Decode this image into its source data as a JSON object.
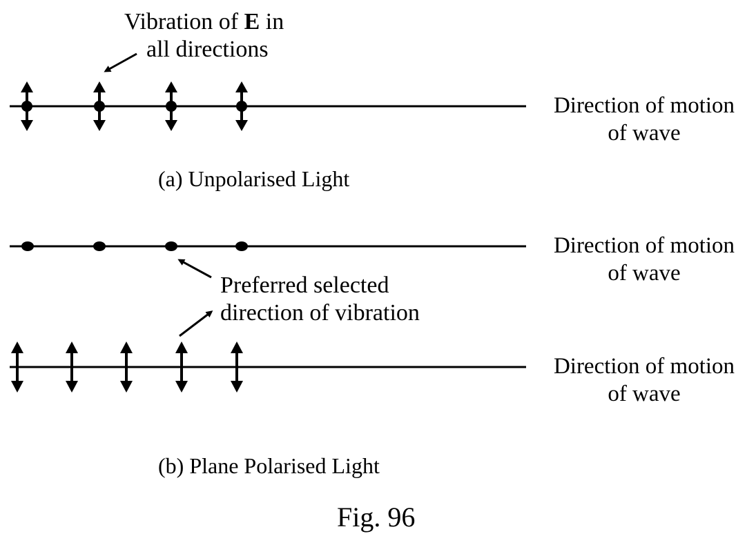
{
  "figure": {
    "number_label": "Fig. 96",
    "annotation_top_line1_prefix": "Vibration of ",
    "annotation_top_symbol": "E",
    "annotation_top_line1_suffix": " in",
    "annotation_top_line2": "all directions",
    "annotation_mid_line1": "Preferred selected",
    "annotation_mid_line2": "direction of vibration",
    "caption_a": "(a) Unpolarised Light",
    "caption_b": "(b) Plane Polarised Light"
  },
  "waves": [
    {
      "id": "unpolarised",
      "label_line1": "Direction of motion",
      "label_line2": "of wave",
      "marker": "dot-and-arrow",
      "count": 4
    },
    {
      "id": "polarised-dots",
      "label_line1": "Direction of motion",
      "label_line2": "of wave",
      "marker": "dot",
      "count": 4
    },
    {
      "id": "polarised-arrows",
      "label_line1": "Direction of motion",
      "label_line2": "of wave",
      "marker": "arrow",
      "count": 5
    }
  ],
  "colors": {
    "ink": "#000000",
    "background": "#ffffff"
  }
}
